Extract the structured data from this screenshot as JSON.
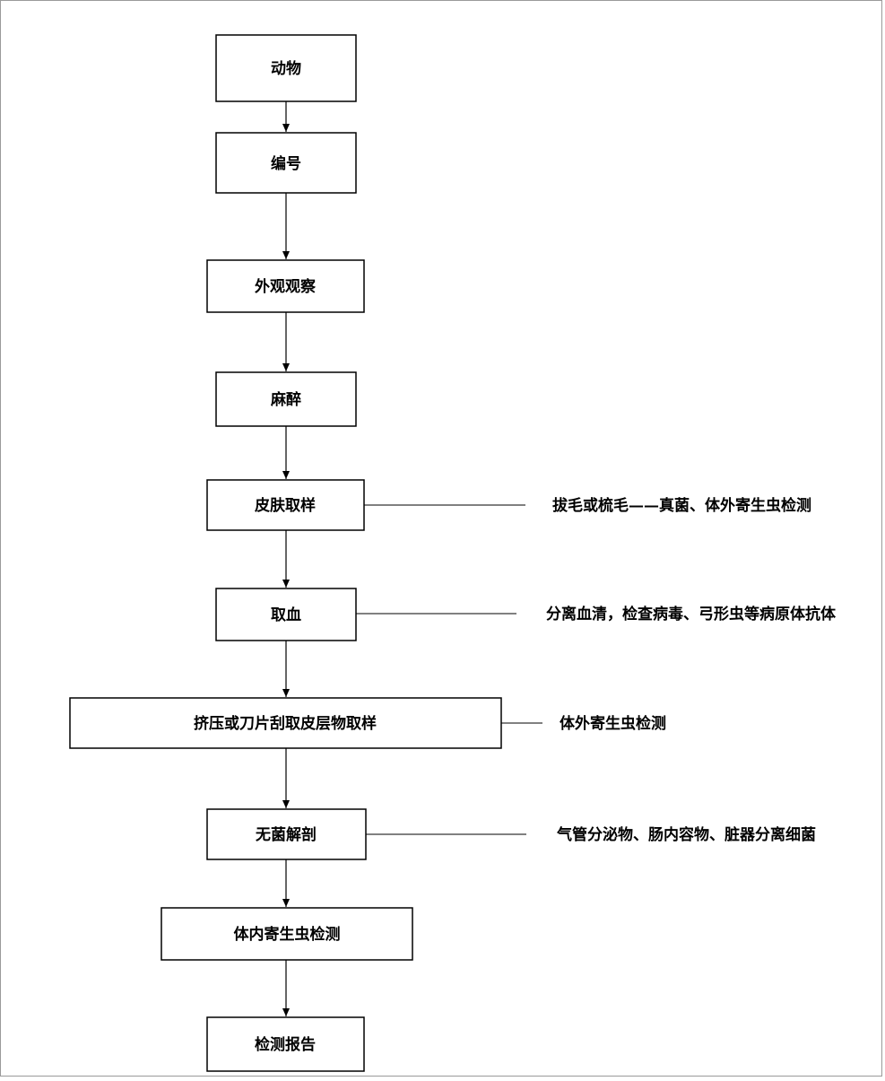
{
  "flow": {
    "steps": [
      "动物",
      "编号",
      "外观观察",
      "麻醉",
      "皮肤取样",
      "取血",
      "挤压或刀片刮取皮层物取样",
      "无菌解剖",
      "体内寄生虫检测",
      "检测报告"
    ],
    "notes": {
      "skin_sampling": "拔毛或梳毛——真菌、体外寄生虫检测",
      "blood_sampling": "分离血清，检查病毒、弓形虫等病原体抗体",
      "scraping": "体外寄生虫检测",
      "dissection": "气管分泌物、肠内容物、脏器分离细菌"
    }
  }
}
